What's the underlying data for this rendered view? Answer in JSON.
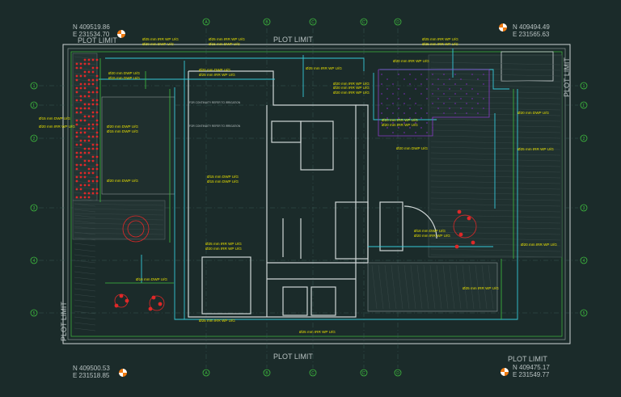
{
  "corners": {
    "tl": {
      "n": "N 409519.86",
      "e": "E 231534.70"
    },
    "tr": {
      "n": "N 409494.49",
      "e": "E 231565.63"
    },
    "bl": {
      "n": "N 409500.53",
      "e": "E 231518.85"
    },
    "br": {
      "n": "N 409475.17",
      "e": "E 231549.77"
    }
  },
  "plot_limit": {
    "top": "PLOT LIMIT",
    "top_left": "PLOT LIMIT",
    "bottom": "PLOT LIMIT",
    "bottom_right": "PLOT LIMIT",
    "left": "PLOT LIMIT",
    "right": "PLOT LIMIT"
  },
  "grid": {
    "columns": [
      "A",
      "B",
      "C",
      "C'",
      "D"
    ],
    "rows": [
      "1",
      "1'",
      "2",
      "3",
      "4",
      "5"
    ]
  },
  "pipes": [
    "Ø25 mm IRR WP U/G",
    "Ø20 mm DWP U/G",
    "Ø25 mm IRR WP U/G",
    "Ø15 mm DWP U/G",
    "Ø25 mm IRR WP U/G",
    "Ø25 mm IRR WP U/G",
    "Ø20 mm IRR WP U/G",
    "Ø20 mm DWP U/G",
    "Ø15 mm DWP U/G",
    "Ø20 mm DWP U/G",
    "Ø25 mm IRR WP U/G",
    "Ø25 mm IRR WP U/G",
    "Ø20 mm IRR WP U/G",
    "Ø20 mm IRR WP U/G",
    "Ø20 mm IRR WP U/G",
    "Ø20 mm DWP U/G",
    "Ø15 mm DWP U/G",
    "Ø20 mm DWP U/G",
    "Ø15 mm DWP U/G",
    "Ø20 mm IRR WP U/G",
    "Ø20 mm IRR WP U/G",
    "Ø20 mm IRR WP U/G",
    "Ø20 mm DWP U/G",
    "Ø25 mm IRR WP U/G",
    "Ø20 mm DWP U/G",
    "Ø15 mm DWP U/G",
    "Ø15 mm DWP U/G",
    "Ø25 mm IRR WP U/G",
    "Ø20 mm IRR WP U/G",
    "Ø16 mm DWP U/G",
    "Ø20 mm IRR WP U/G",
    "Ø16 mm DWP U/G",
    "Ø25 mm IRR WP U/G",
    "Ø25 mm IRR WP U/G",
    "Ø25 mm IRR WP U/G",
    "Ø20 mm IRR WP U/G"
  ],
  "notes": {
    "irrigation": "FOR CONTINUITY REFER TO IRRIGATION"
  },
  "colors": {
    "background": "#1b2b2a",
    "pipe_label": "#e8e000",
    "irrigation_line": "#35c8d8",
    "drip_line": "#3fbf3f",
    "wall": "#cfd6d6",
    "plant": "#e02828",
    "purple_zone": "#8a3cc8",
    "marker": "#f07a10"
  }
}
